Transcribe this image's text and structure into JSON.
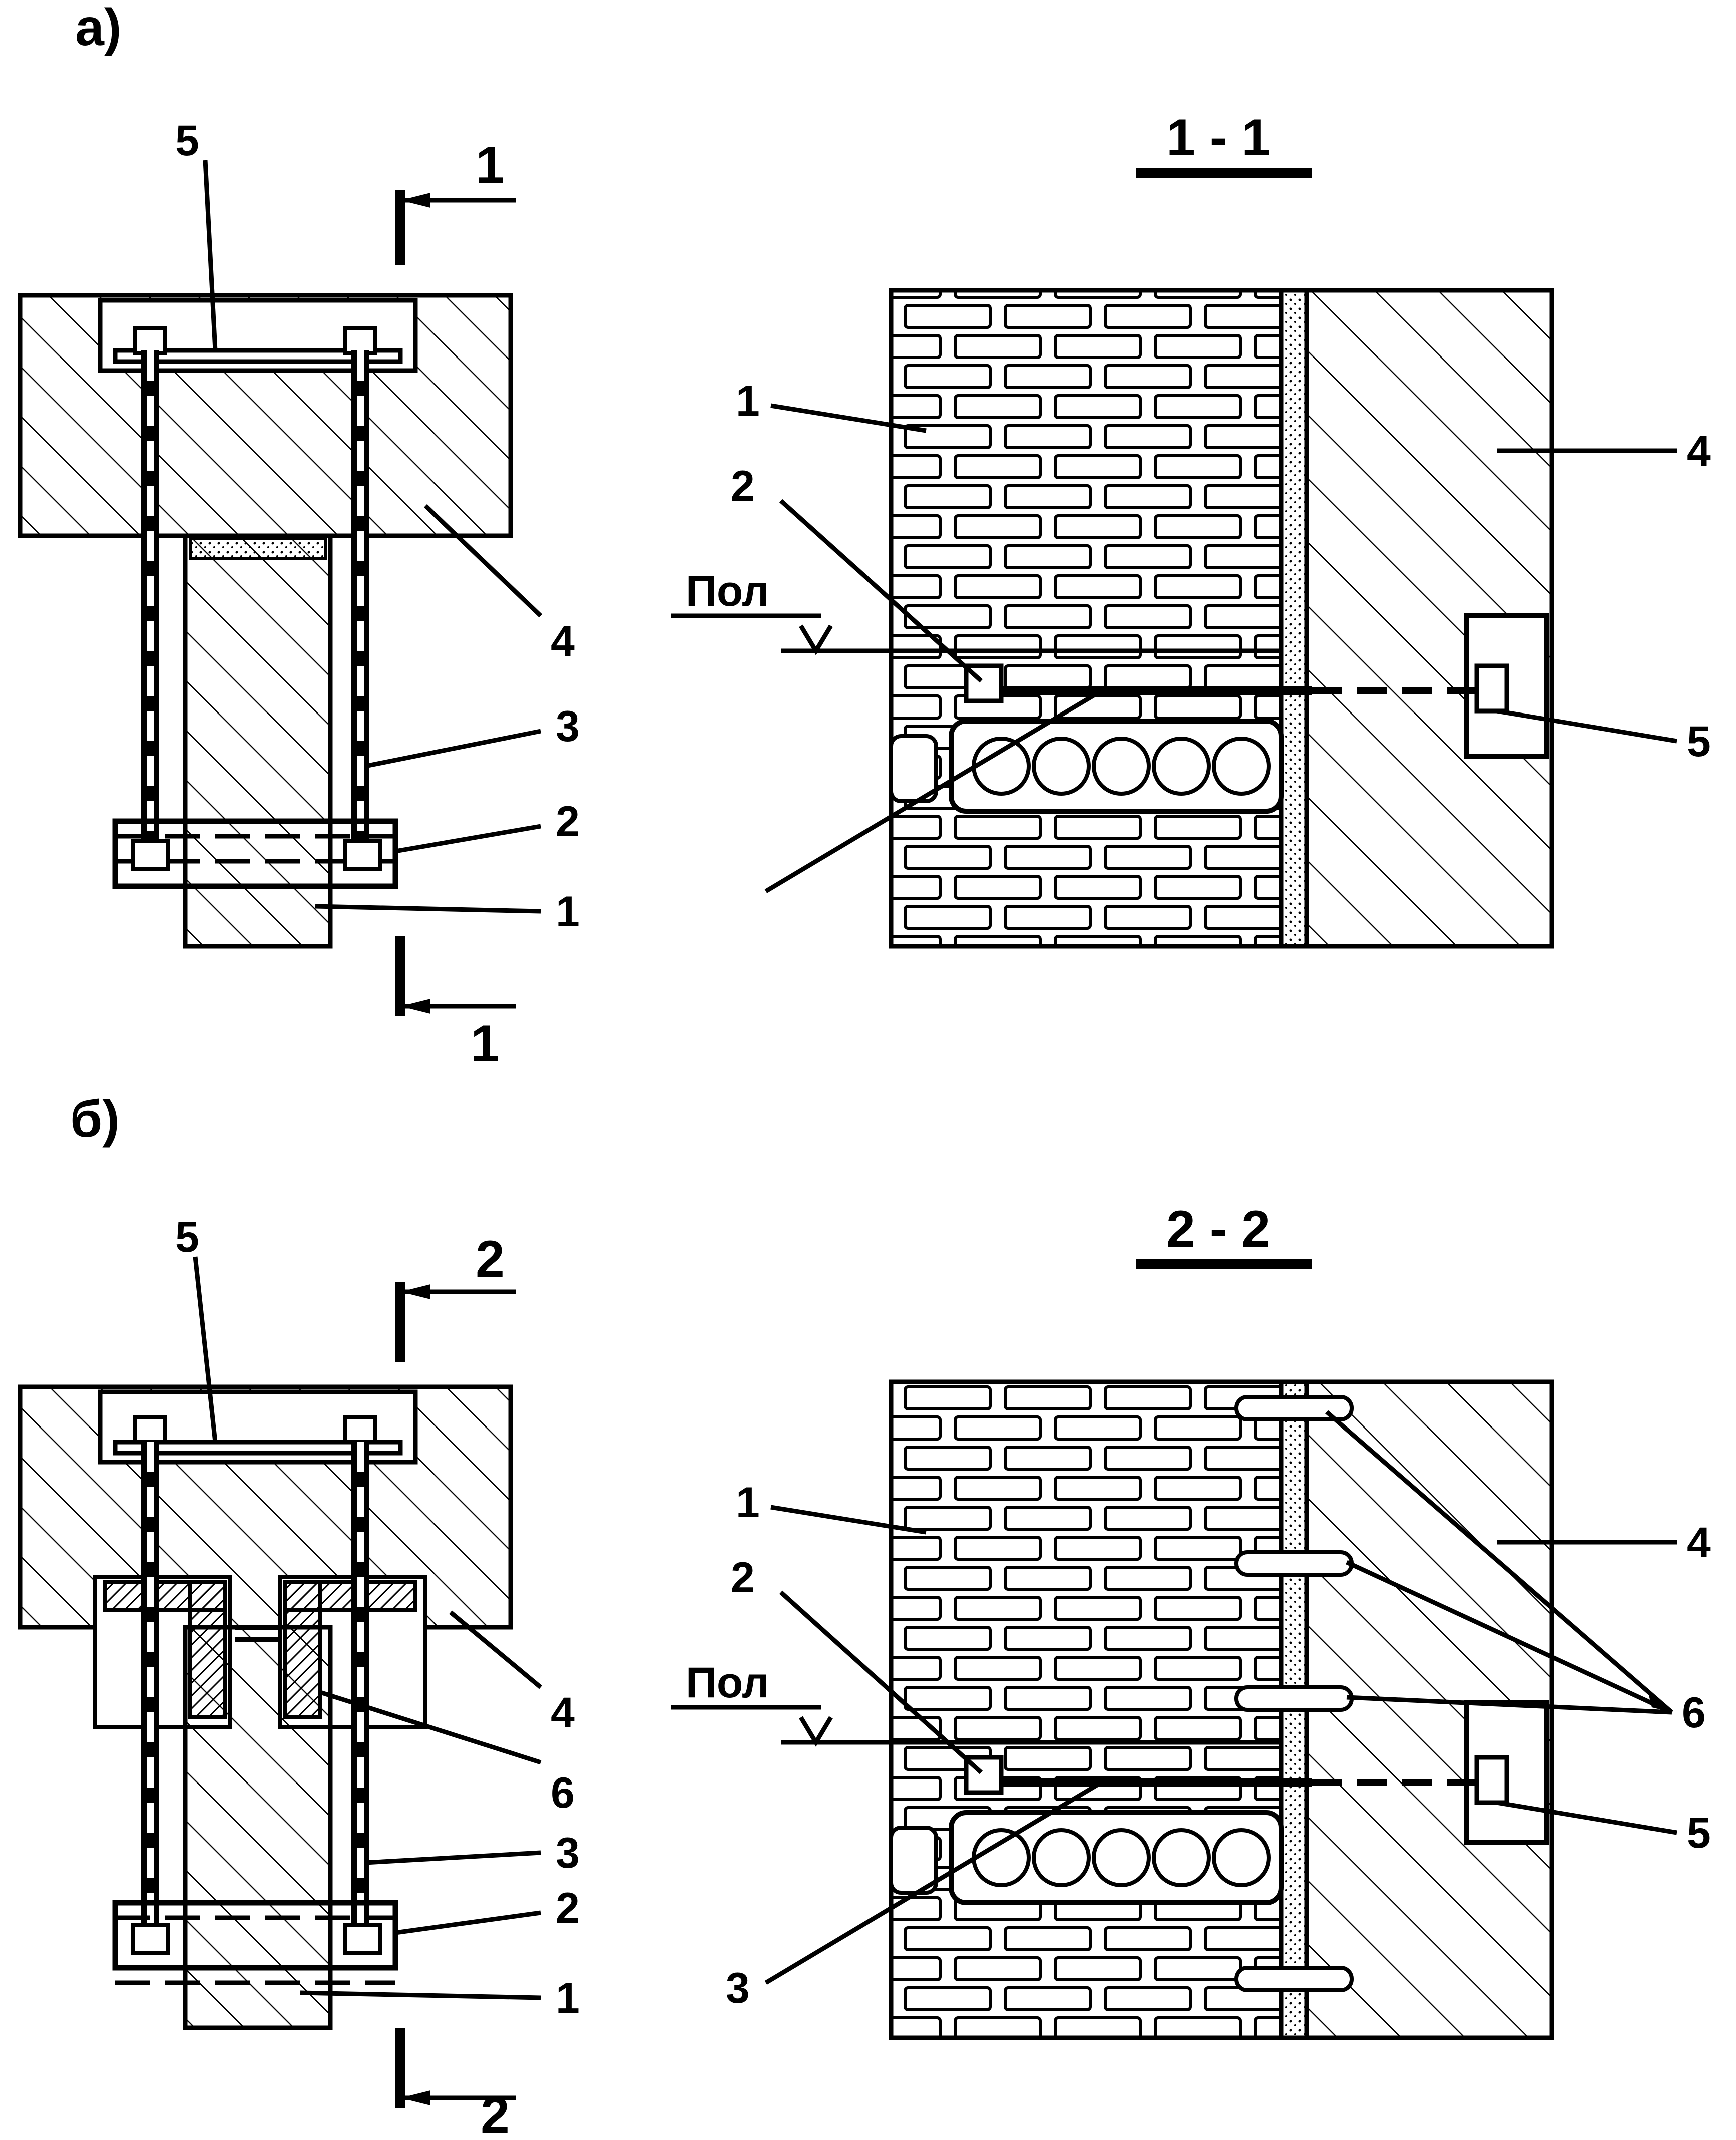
{
  "figure": {
    "part_a": {
      "letter": "а)",
      "section_title": "1 - 1",
      "cut_labels": [
        "1",
        "1"
      ],
      "plan_callouts": [
        "5",
        "4",
        "3",
        "2",
        "1"
      ],
      "section_callouts": [
        "1",
        "2",
        "4",
        "5"
      ],
      "floor_label": "Пол"
    },
    "part_b": {
      "letter": "б)",
      "section_title": "2 - 2",
      "cut_labels": [
        "2",
        "2"
      ],
      "plan_callouts": [
        "5",
        "4",
        "6",
        "3",
        "2",
        "1"
      ],
      "section_callouts": [
        "1",
        "2",
        "4",
        "6",
        "5",
        "3"
      ],
      "floor_label": "Пол"
    }
  }
}
